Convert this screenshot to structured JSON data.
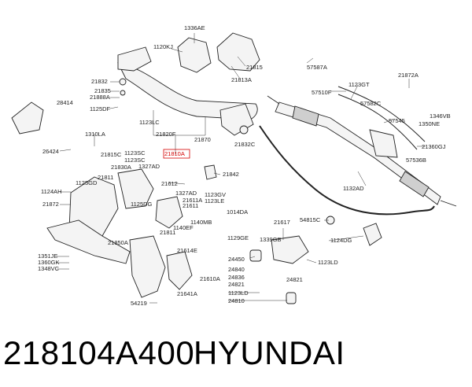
{
  "diagram": {
    "labels": [
      {
        "text": "1336AE"
      },
      {
        "text": "1120KJ"
      },
      {
        "text": "21815"
      },
      {
        "text": "57587A"
      },
      {
        "text": "21813A"
      },
      {
        "text": "21872A"
      },
      {
        "text": "21832"
      },
      {
        "text": "1123GT"
      },
      {
        "text": "21835"
      },
      {
        "text": "57510F"
      },
      {
        "text": "57582C"
      },
      {
        "text": "21888A"
      },
      {
        "text": "28414"
      },
      {
        "text": "1125DF"
      },
      {
        "text": "1346VB"
      },
      {
        "text": "57545"
      },
      {
        "text": "1350NE"
      },
      {
        "text": "1123LC"
      },
      {
        "text": "21820F"
      },
      {
        "text": "1310LA"
      },
      {
        "text": "21870"
      },
      {
        "text": "21832C"
      },
      {
        "text": "21360GJ"
      },
      {
        "text": "26424"
      },
      {
        "text": "21815C"
      },
      {
        "text": "1123SC"
      },
      {
        "text": "1123SC"
      },
      {
        "text": "21810A",
        "highlight": true
      },
      {
        "text": "57536B"
      },
      {
        "text": "21830A"
      },
      {
        "text": "1327AD"
      },
      {
        "text": "21811"
      },
      {
        "text": "21842"
      },
      {
        "text": "1125GD"
      },
      {
        "text": "21612"
      },
      {
        "text": "1132AD"
      },
      {
        "text": "1124AH"
      },
      {
        "text": "1327AD"
      },
      {
        "text": "1123GV"
      },
      {
        "text": "21611A"
      },
      {
        "text": "1123LE"
      },
      {
        "text": "21611"
      },
      {
        "text": "21872"
      },
      {
        "text": "1125DG"
      },
      {
        "text": "1014DA"
      },
      {
        "text": "1140MB"
      },
      {
        "text": "21617"
      },
      {
        "text": "54815C"
      },
      {
        "text": "1140EF"
      },
      {
        "text": "21811"
      },
      {
        "text": "1129GE"
      },
      {
        "text": "1339GB"
      },
      {
        "text": "1124DG"
      },
      {
        "text": "21850A"
      },
      {
        "text": "21614E"
      },
      {
        "text": "1351JE"
      },
      {
        "text": "24450"
      },
      {
        "text": "1360GK"
      },
      {
        "text": "1123LD"
      },
      {
        "text": "1348VC"
      },
      {
        "text": "24840"
      },
      {
        "text": "24836"
      },
      {
        "text": "21610A"
      },
      {
        "text": "24821"
      },
      {
        "text": "24821"
      },
      {
        "text": "1123LD"
      },
      {
        "text": "21641A"
      },
      {
        "text": "54219"
      },
      {
        "text": "24810"
      }
    ]
  },
  "footer": {
    "part_number": "218104A400",
    "brand": "HYUNDAI"
  },
  "colors": {
    "highlight": "#d40000",
    "ink": "#222222",
    "background": "#ffffff"
  }
}
